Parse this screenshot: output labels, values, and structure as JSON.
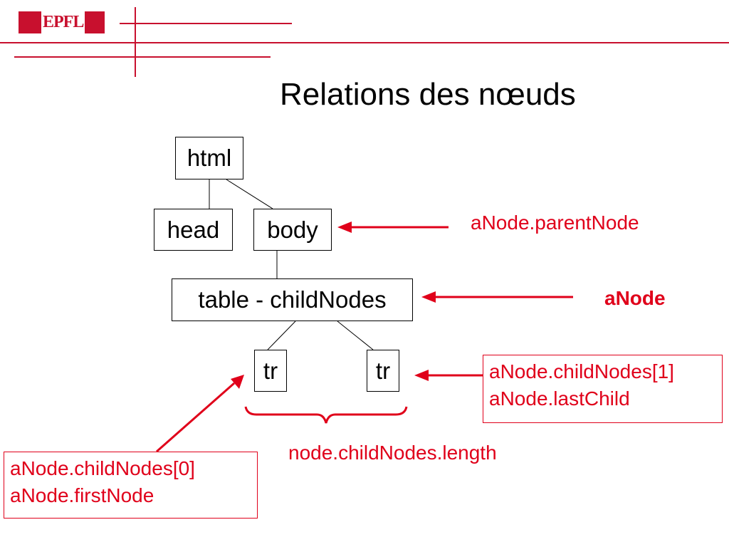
{
  "header": {
    "logo_text": "EPFL",
    "title": "Relations des nœuds"
  },
  "tree": {
    "html": "html",
    "head": "head",
    "body": "body",
    "table": "table - childNodes",
    "tr_first": "tr",
    "tr_second": "tr"
  },
  "annotations": {
    "parent": "aNode.parentNode",
    "current": "aNode",
    "last_child_lines": [
      "aNode.childNodes[1]",
      "aNode.lastChild"
    ],
    "length": "node.childNodes.length",
    "first_child_lines": [
      "aNode.childNodes[0]",
      "aNode.firstNode"
    ]
  },
  "colors": {
    "accent": "#e0001a",
    "logo": "#c8102e",
    "line": "#000000"
  }
}
